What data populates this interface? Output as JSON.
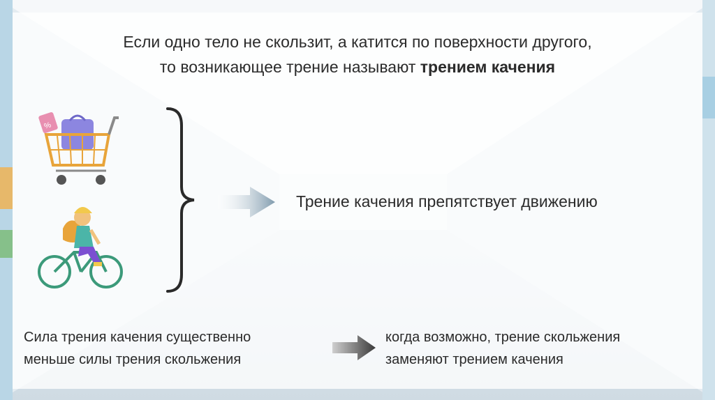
{
  "slide": {
    "heading_line1": "Если одно тело не скользит, а катится по поверхности другого,",
    "heading_line2_prefix": "то возникающее трение называют ",
    "heading_line2_bold": "трением качения",
    "main_statement": "Трение качения препятствует движению",
    "left_line1": "Сила трения качения существенно",
    "left_line2": "меньше силы трения скольжения",
    "right_line1": "когда возможно, трение скольжения",
    "right_line2": "заменяют трением качения"
  },
  "icons": {
    "cart": "shopping-cart-icon",
    "cyclist": "cyclist-icon",
    "brace": "right-brace-icon",
    "arrow": "right-arrow-icon"
  },
  "colors": {
    "arrow_light": "#7f9aad",
    "arrow_dark": "#3a3a3a",
    "text": "#2b2b2b"
  }
}
